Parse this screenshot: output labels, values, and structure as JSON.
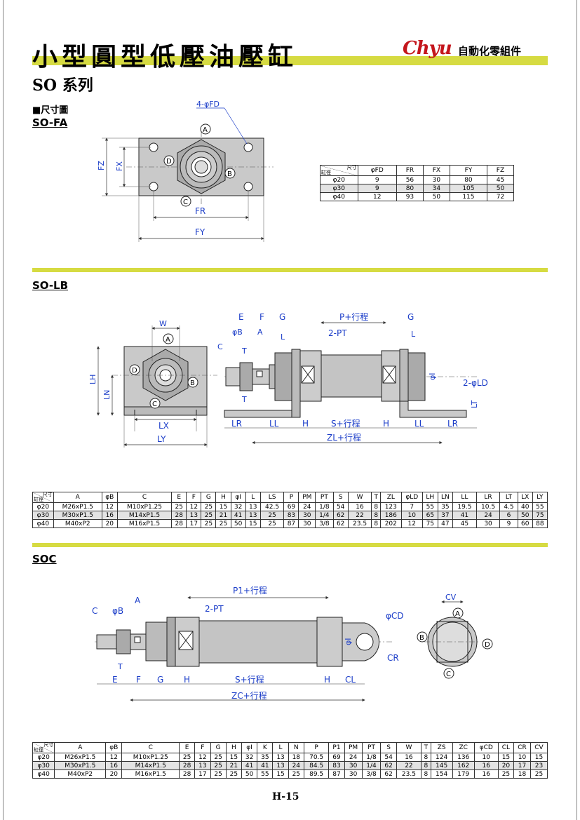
{
  "header": {
    "title": "小型圓型低壓油壓缸",
    "brand": "Chyu",
    "brand_sub": "自動化零組件",
    "series": "SO 系列",
    "dim_heading": "■尺寸圖"
  },
  "page_number": "H-15",
  "header_corner": {
    "top": "尺寸",
    "bottom": "缸徑"
  },
  "fa": {
    "heading": "SO-FA",
    "labels": {
      "holes": "4-φFD",
      "A": "A",
      "B": "B",
      "C": "C",
      "D": "D",
      "FZ": "FZ",
      "FX": "FX",
      "FR": "FR",
      "FY": "FY"
    },
    "columns": [
      "φFD",
      "FR",
      "FX",
      "FY",
      "FZ"
    ],
    "rows": [
      [
        "φ20",
        "9",
        "56",
        "30",
        "80",
        "45"
      ],
      [
        "φ30",
        "9",
        "80",
        "34",
        "105",
        "50"
      ],
      [
        "φ40",
        "12",
        "93",
        "50",
        "115",
        "72"
      ]
    ]
  },
  "lb": {
    "heading": "SO-LB",
    "labels": {
      "W": "W",
      "A": "A",
      "B": "B",
      "C": "C",
      "D": "D",
      "LH": "LH",
      "LN": "LN",
      "LX": "LX",
      "LY": "LY",
      "E": "E",
      "F": "F",
      "G": "G",
      "G2": "G",
      "phiB": "φB",
      "A2": "A",
      "L": "L",
      "L2": "L",
      "C2": "C",
      "T": "T",
      "T2": "T",
      "P": "P+行程",
      "PT": "2-PT",
      "phiI": "φI",
      "LD": "2-φLD",
      "LT": "LT",
      "LR": "LR",
      "LL": "LL",
      "H": "H",
      "S": "S+行程",
      "H2": "H",
      "LL2": "LL",
      "LR2": "LR",
      "ZL": "ZL+行程"
    },
    "columns": [
      "A",
      "φB",
      "C",
      "E",
      "F",
      "G",
      "H",
      "φI",
      "L",
      "LS",
      "P",
      "PM",
      "PT",
      "S",
      "W",
      "T",
      "ZL",
      "φLD",
      "LH",
      "LN",
      "LL",
      "LR",
      "LT",
      "LX",
      "LY"
    ],
    "rows": [
      [
        "φ20",
        "M26xP1.5",
        "12",
        "M10xP1.25",
        "25",
        "12",
        "25",
        "15",
        "32",
        "13",
        "42.5",
        "69",
        "24",
        "1/8",
        "54",
        "16",
        "8",
        "123",
        "7",
        "55",
        "35",
        "19.5",
        "10.5",
        "4.5",
        "40",
        "55"
      ],
      [
        "φ30",
        "M30xP1.5",
        "16",
        "M14xP1.5",
        "28",
        "13",
        "25",
        "21",
        "41",
        "13",
        "25",
        "83",
        "30",
        "1/4",
        "62",
        "22",
        "8",
        "186",
        "10",
        "65",
        "37",
        "41",
        "24",
        "6",
        "50",
        "75"
      ],
      [
        "φ40",
        "M40xP2",
        "20",
        "M16xP1.5",
        "28",
        "17",
        "25",
        "25",
        "50",
        "15",
        "25",
        "87",
        "30",
        "3/8",
        "62",
        "23.5",
        "8",
        "202",
        "12",
        "75",
        "47",
        "45",
        "30",
        "9",
        "60",
        "88"
      ]
    ]
  },
  "soc": {
    "heading": "SOC",
    "labels": {
      "P1": "P1+行程",
      "PT": "2-PT",
      "A": "A",
      "C": "C",
      "phiB": "φB",
      "T": "T",
      "phiCD": "φCD",
      "phiI": "φI",
      "CR": "CR",
      "E": "E",
      "F": "F",
      "G": "G",
      "H": "H",
      "S": "S+行程",
      "H2": "H",
      "CL": "CL",
      "ZC": "ZC+行程",
      "CV": "CV",
      "cA": "A",
      "cB": "B",
      "cC": "C",
      "cD": "D"
    },
    "columns": [
      "A",
      "φB",
      "C",
      "E",
      "F",
      "G",
      "H",
      "φI",
      "K",
      "L",
      "N",
      "P",
      "P1",
      "PM",
      "PT",
      "S",
      "W",
      "T",
      "ZS",
      "ZC",
      "φCD",
      "CL",
      "CR",
      "CV"
    ],
    "rows": [
      [
        "φ20",
        "M26xP1.5",
        "12",
        "M10xP1.25",
        "25",
        "12",
        "25",
        "15",
        "32",
        "35",
        "13",
        "18",
        "70.5",
        "69",
        "24",
        "1/8",
        "54",
        "16",
        "8",
        "124",
        "136",
        "10",
        "15",
        "10",
        "15"
      ],
      [
        "φ30",
        "M30xP1.5",
        "16",
        "M14xP1.5",
        "28",
        "13",
        "25",
        "21",
        "41",
        "41",
        "13",
        "24",
        "84.5",
        "83",
        "30",
        "1/4",
        "62",
        "22",
        "8",
        "145",
        "162",
        "16",
        "20",
        "17",
        "23"
      ],
      [
        "φ40",
        "M40xP2",
        "20",
        "M16xP1.5",
        "28",
        "17",
        "25",
        "25",
        "50",
        "55",
        "15",
        "25",
        "89.5",
        "87",
        "30",
        "3/8",
        "62",
        "23.5",
        "8",
        "154",
        "179",
        "16",
        "25",
        "18",
        "25"
      ]
    ]
  },
  "colors": {
    "accent_bar": "#d6db42",
    "brand": "#c4161c",
    "dim_blue": "#1a3cc8"
  }
}
